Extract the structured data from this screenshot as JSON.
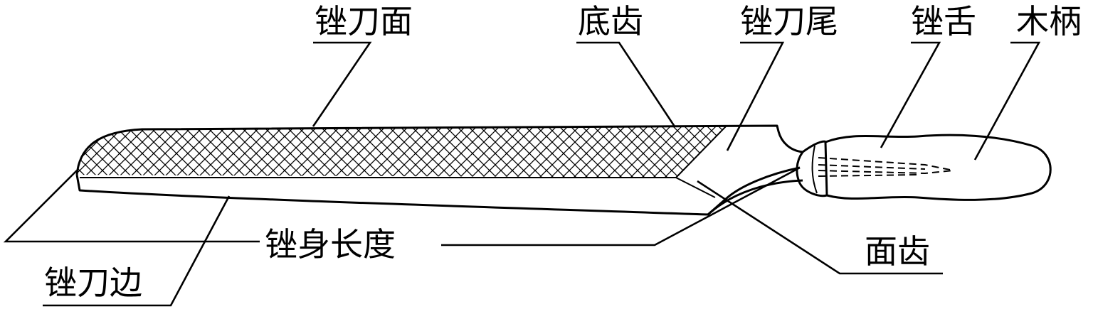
{
  "labels": {
    "file_face": "锉刀面",
    "bottom_teeth": "底齿",
    "file_tail": "锉刀尾",
    "file_tang": "锉舌",
    "wooden_handle": "木柄",
    "face_teeth": "面齿",
    "body_length": "锉身长度",
    "file_edge": "锉刀边"
  },
  "colors": {
    "line": "#000000",
    "background": "#ffffff"
  }
}
